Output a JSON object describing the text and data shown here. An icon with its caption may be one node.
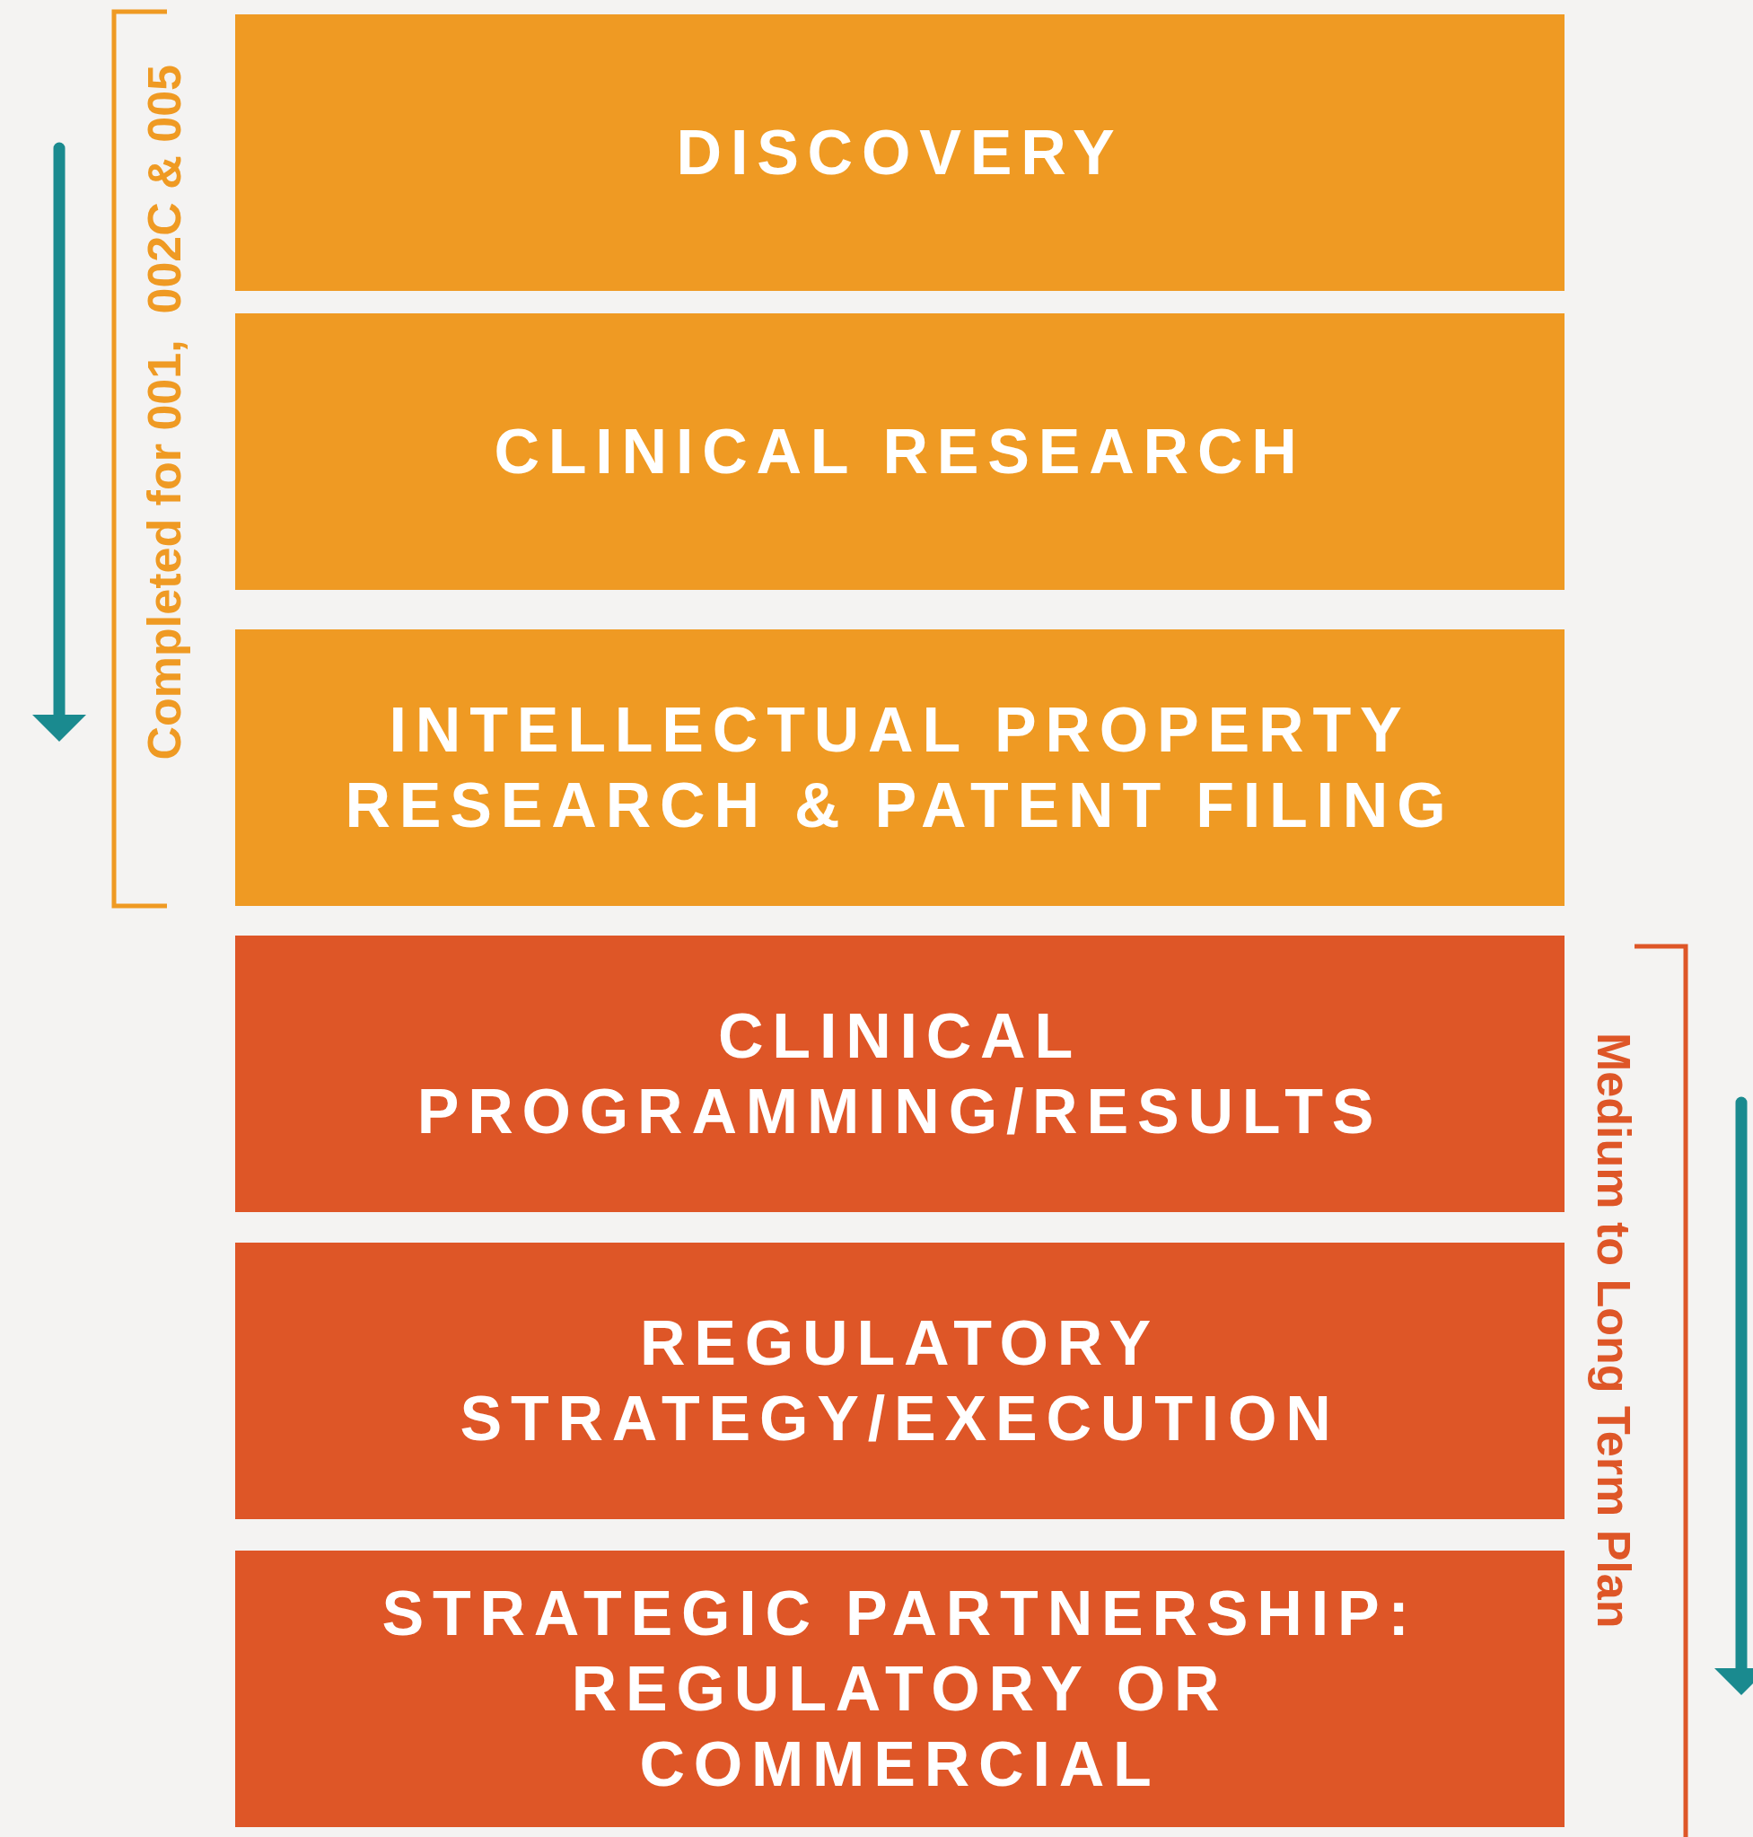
{
  "diagram": {
    "nodes": [
      {
        "text": [
          "DISCOVERY"
        ]
      },
      {
        "text": [
          "CLINICAL RESEARCH"
        ]
      },
      {
        "text": [
          "INTELLECTUAL PROPERTY RESEARCH & PATENT FILING"
        ]
      },
      {
        "text": [
          "CLINICAL PROGRAMMING/RESULTS"
        ]
      },
      {
        "text": [
          "REGULATORY STRATEGY/EXECUTION"
        ]
      },
      {
        "text": [
          "STRATEGIC PARTNERSHIP: REGULATORY OR COMMERCIAL"
        ]
      }
    ],
    "edges": [],
    "labels": [
      "Completed for 001,  002C & 005",
      "Medium to Long Term Plan"
    ]
  }
}
